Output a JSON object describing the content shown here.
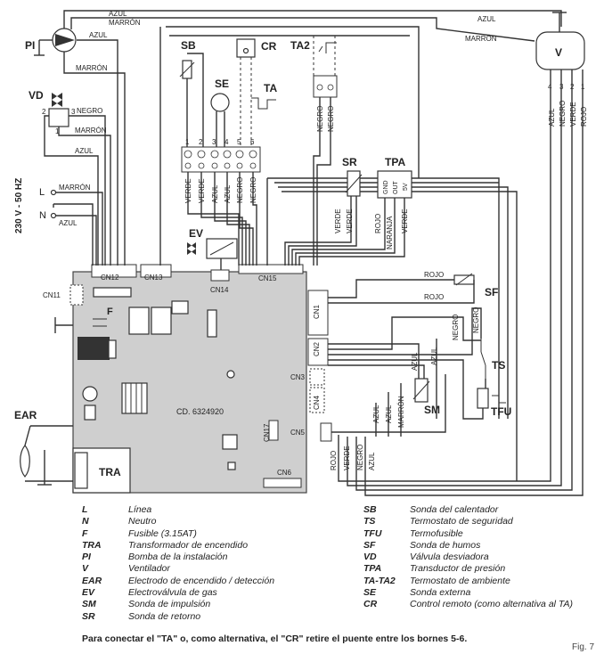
{
  "supply": {
    "voltage": "230 V - 50 HZ",
    "L": "L",
    "N": "N"
  },
  "components": {
    "PI": "PI",
    "VD": "VD",
    "V": "V",
    "SB": "SB",
    "CR": "CR",
    "TA2": "TA2",
    "SE": "SE",
    "TA": "TA",
    "SR": "SR",
    "TPA": "TPA",
    "EV": "EV",
    "F": "F",
    "SF": "SF",
    "TS": "TS",
    "SM": "SM",
    "TFU": "TFU",
    "EAR": "EAR",
    "TRA": "TRA"
  },
  "connectors": {
    "CN11": "CN11",
    "CN12": "CN12",
    "CN13": "CN13",
    "CN14": "CN14",
    "CN15": "CN15",
    "CN1": "CN1",
    "CN2": "CN2",
    "CN3": "CN3",
    "CN4": "CN4",
    "CN5": "CN5",
    "CN6": "CN6",
    "CN17": "CN17"
  },
  "board_code": "CD. 6324920",
  "wires": {
    "azul": "AZUL",
    "marron": "MARRÓN",
    "negro": "NEGRO",
    "verde": "VERDE",
    "rojo": "ROJO",
    "naranja": "NARANJA"
  },
  "tpa_pins": {
    "gnd": "GND",
    "out": "OUT",
    "v5": "5V"
  },
  "vd_pins": {
    "p2": "2",
    "p3": "3",
    "p1": "1"
  },
  "fan_pins": {
    "p4": "4",
    "p3": "3",
    "p2": "2",
    "p1": "1"
  },
  "terminal_numbers": [
    "1",
    "2",
    "3",
    "4",
    "5",
    "6"
  ],
  "legend": {
    "left": [
      {
        "code": "L",
        "desc": "Línea"
      },
      {
        "code": "N",
        "desc": "Neutro"
      },
      {
        "code": "F",
        "desc": "Fusible (3.15AT)"
      },
      {
        "code": "TRA",
        "desc": "Transformador de encendido"
      },
      {
        "code": "PI",
        "desc": "Bomba de la instalación"
      },
      {
        "code": "V",
        "desc": "Ventilador"
      },
      {
        "code": "EAR",
        "desc": "Electrodo de encendido / detección"
      },
      {
        "code": "EV",
        "desc": "Electroválvula de gas"
      },
      {
        "code": "SM",
        "desc": "Sonda de impulsión"
      },
      {
        "code": "SR",
        "desc": "Sonda de retorno"
      }
    ],
    "right": [
      {
        "code": "SB",
        "desc": "Sonda del calentador"
      },
      {
        "code": "TS",
        "desc": "Termostato de seguridad"
      },
      {
        "code": "TFU",
        "desc": "Termofusible"
      },
      {
        "code": "SF",
        "desc": "Sonda de humos"
      },
      {
        "code": "VD",
        "desc": "Válvula desviadora"
      },
      {
        "code": "TPA",
        "desc": "Transductor de presión"
      },
      {
        "code": "TA-TA2",
        "desc": "Termostato de ambiente"
      },
      {
        "code": "SE",
        "desc": "Sonda externa"
      },
      {
        "code": "CR",
        "desc": "Control remoto (como alternativa al TA)"
      }
    ]
  },
  "note": "Para conectar el \"TA\" o, como alternativa, el \"CR\" retire el puente entre los bornes 5-6.",
  "figure_label": "Fig. 7"
}
